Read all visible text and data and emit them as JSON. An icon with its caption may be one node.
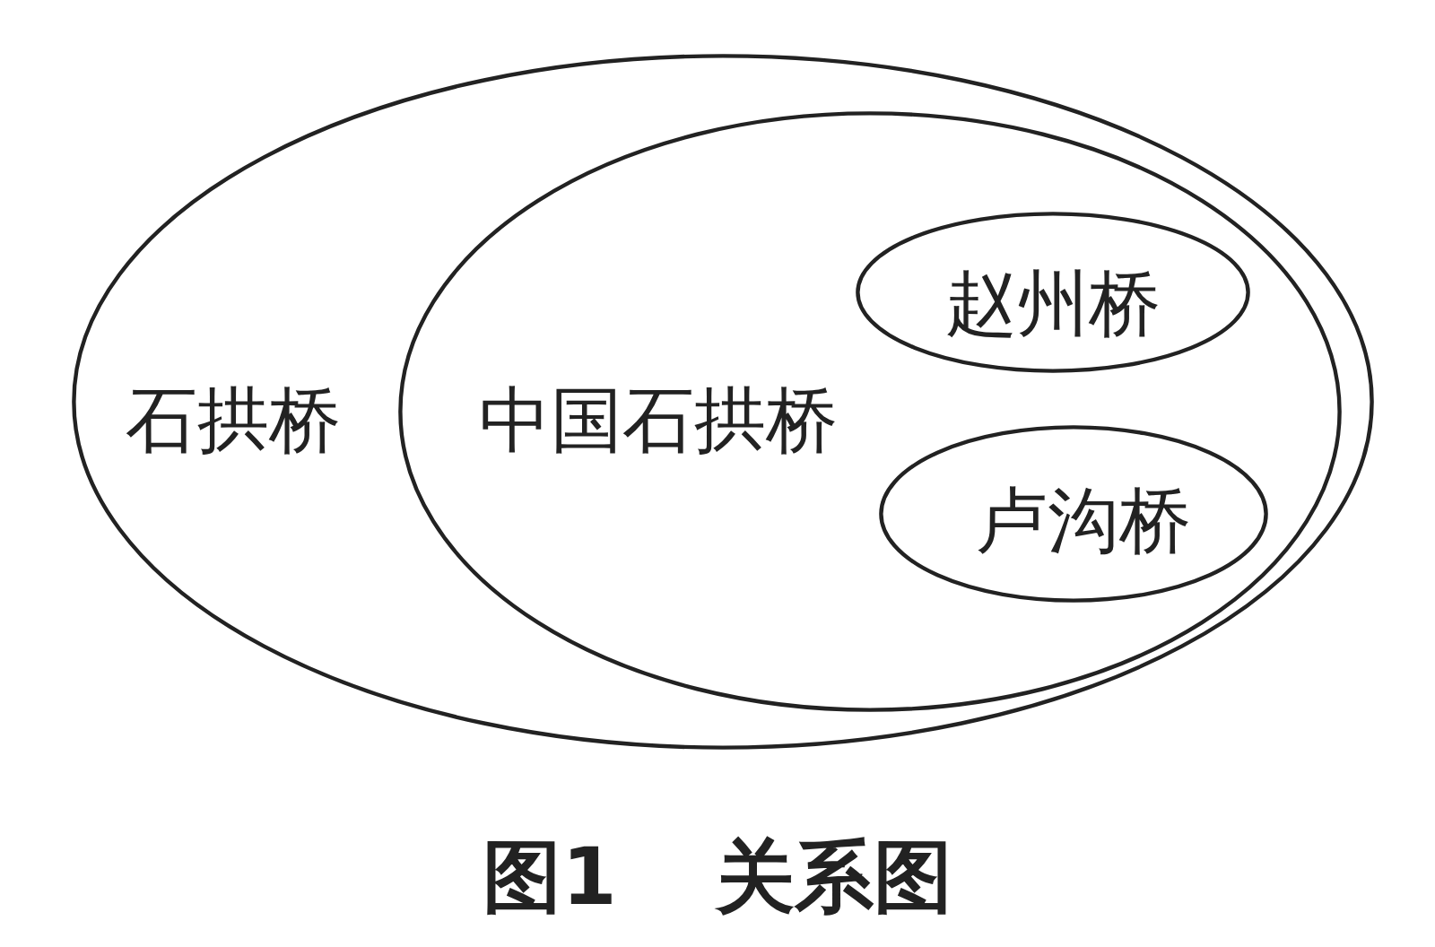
{
  "diagram": {
    "caption": "图1 关系图",
    "nodes": [
      {
        "text": [
          "石拱桥"
        ]
      },
      {
        "text": [
          "中国石拱桥"
        ],
        "in": 0
      },
      {
        "text": [
          "赵州桥"
        ],
        "in": 1
      },
      {
        "text": [
          "卢沟桥"
        ],
        "in": 1
      }
    ]
  }
}
